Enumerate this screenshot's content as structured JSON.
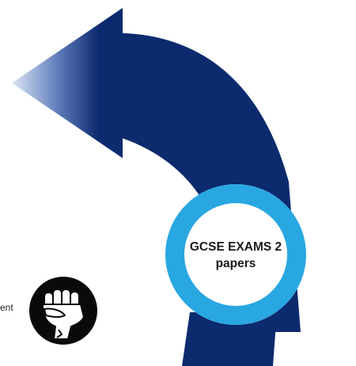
{
  "step": {
    "line1": "GCSE EXAMS 2",
    "line2": "papers"
  },
  "fragment_text": "ent",
  "icons": {
    "arrow": "curved-arrow-icon",
    "fist": "raised-fist-icon"
  },
  "colors": {
    "arrow_navy": "#0c2a6e",
    "arrow_fade": "#c9d7f2",
    "ring_blue": "#29a7e1",
    "fist_black": "#0a0a0a"
  }
}
